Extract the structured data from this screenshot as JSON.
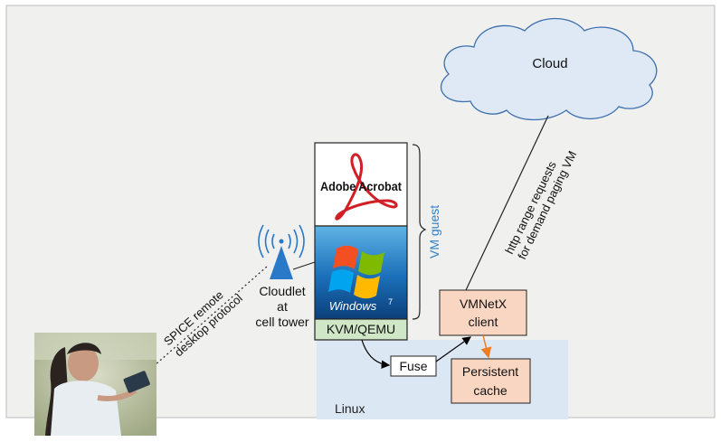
{
  "colors": {
    "frame_background": "#f0f0ef",
    "linux_region": "#dbe7f3",
    "cloud_fill": "#dfe9f6",
    "cloud_stroke": "#3d6fae",
    "vmnetx_fill": "#f9d6c2",
    "kvm_fill": "#cfe6c7",
    "vm_guest_label": "#2f7fc4",
    "tower_blue": "#2a78c8",
    "orange_arrow": "#ef7d22"
  },
  "labels": {
    "cloud": "Cloud",
    "http_line1": "http range requests",
    "http_line2": "for demand paging VM",
    "vm_guest": "VM guest",
    "adobe": "Adobe Acrobat",
    "windows": "Windows",
    "windows_version": "7",
    "kvm": "KVM/QEMU",
    "cloudlet_line1": "Cloudlet",
    "cloudlet_line2": "at",
    "cloudlet_line3": "cell tower",
    "vmnetx_line1": "VMNetX",
    "vmnetx_line2": "client",
    "fuse": "Fuse",
    "cache_line1": "Persistent",
    "cache_line2": "cache",
    "linux": "Linux",
    "spice_line1": "SPICE remote",
    "spice_line2": "desktop protocol"
  },
  "icons": {
    "user": "person-with-tablet-photo",
    "tower": "cell-tower-icon",
    "acrobat": "adobe-acrobat-logo",
    "windows": "windows-7-logo"
  }
}
